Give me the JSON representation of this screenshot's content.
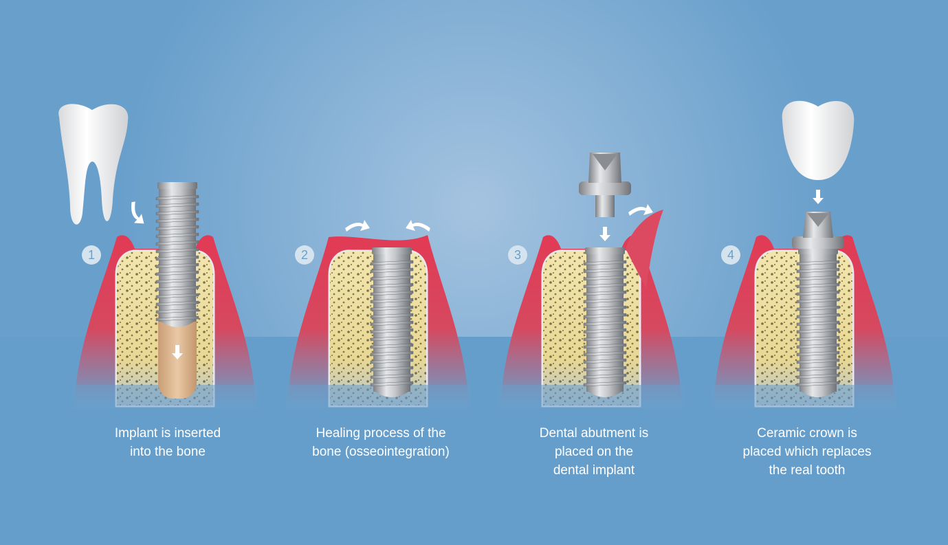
{
  "steps": [
    {
      "number": "1",
      "caption": [
        "Implant is inserted",
        "into the bone"
      ]
    },
    {
      "number": "2",
      "caption": [
        "Healing process of the",
        "bone (osseointegration)"
      ]
    },
    {
      "number": "3",
      "caption": [
        "Dental abutment is",
        "placed on the",
        "dental implant"
      ]
    },
    {
      "number": "4",
      "caption": [
        "Ceramic crown is",
        "placed which replaces",
        "the real tooth"
      ]
    }
  ],
  "colors": {
    "background": "#689fcb",
    "gum": "#dc3a55",
    "bone": "#efe2a3",
    "metal": "#b9bcc0",
    "tooth": "#f4f4f4"
  }
}
